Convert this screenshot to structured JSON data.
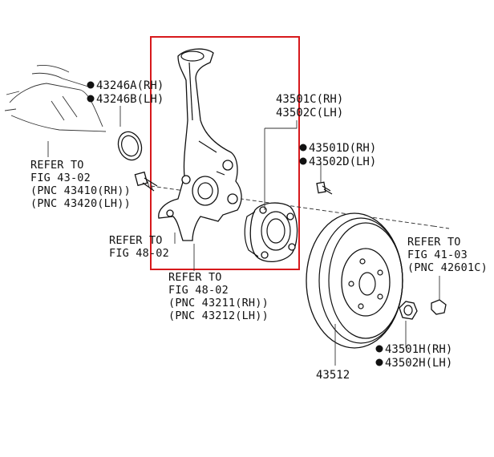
{
  "colors": {
    "line": "#222222",
    "highlight": "#d7191c",
    "background": "#ffffff"
  },
  "icons": {
    "bullet": "filled-circle",
    "pointer": "pointing-hand-icon"
  },
  "callouts": {
    "seal_rh": "43246A(RH)",
    "seal_lh": "43246B(LH)",
    "hub_rh": "43501C(RH)",
    "hub_lh": "43502C(LH)",
    "hub_bolt_rh": "43501D(RH)",
    "hub_bolt_lh": "43502D(LH)",
    "nut_rh": "43501H(RH)",
    "nut_lh": "43502H(LH)",
    "rotor": "43512"
  },
  "references": {
    "fig_43_02": {
      "line1": "REFER TO",
      "line2": "FIG 43-02",
      "line3": "(PNC 43410(RH))",
      "line4": "(PNC 43420(LH))"
    },
    "fig_48_02_small": {
      "line1": "REFER TO",
      "line2": "FIG 48-02"
    },
    "fig_48_02": {
      "line1": "REFER TO",
      "line2": "FIG 48-02",
      "line3": "(PNC 43211(RH))",
      "line4": "(PNC 43212(LH))"
    },
    "fig_41_03": {
      "line1": "REFER TO",
      "line2": "FIG 41-03",
      "line3": "(PNC 42601C)"
    }
  }
}
